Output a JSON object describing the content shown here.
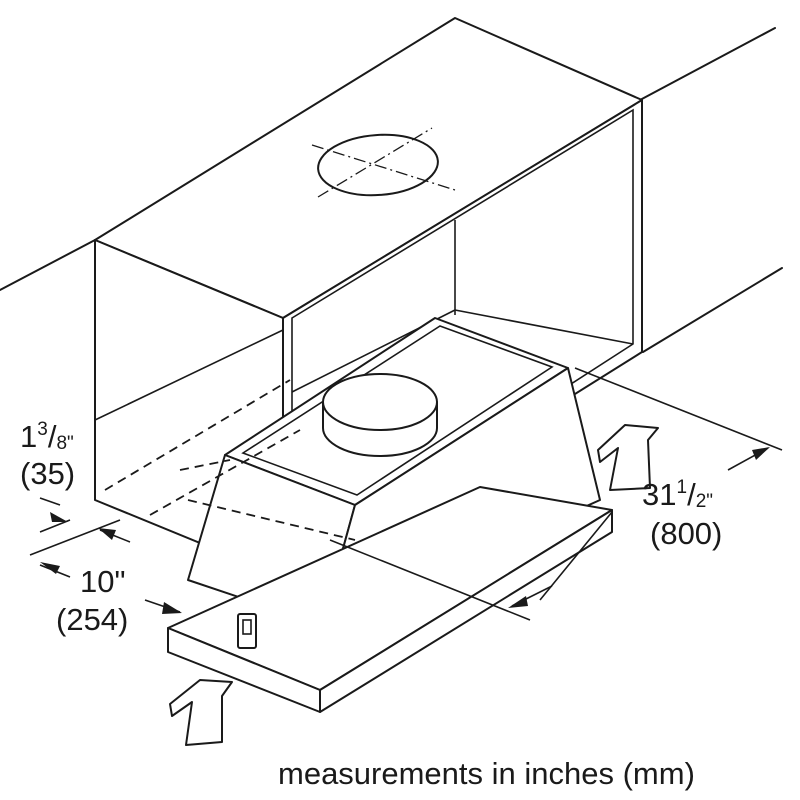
{
  "dimensions": {
    "height_inches_whole": "1",
    "height_inches_fraction_num": "3",
    "height_inches_fraction_den": "8\"",
    "height_mm": "(35)",
    "depth_inches": "10\"",
    "depth_mm": "(254)",
    "width_inches_whole": "31",
    "width_inches_fraction_num": "1",
    "width_inches_fraction_den": "2\"",
    "width_mm": "(800)"
  },
  "caption": "measurements in inches (mm)",
  "icons": [
    "airflow-arrow-icon",
    "dimension-arrow-icon"
  ]
}
